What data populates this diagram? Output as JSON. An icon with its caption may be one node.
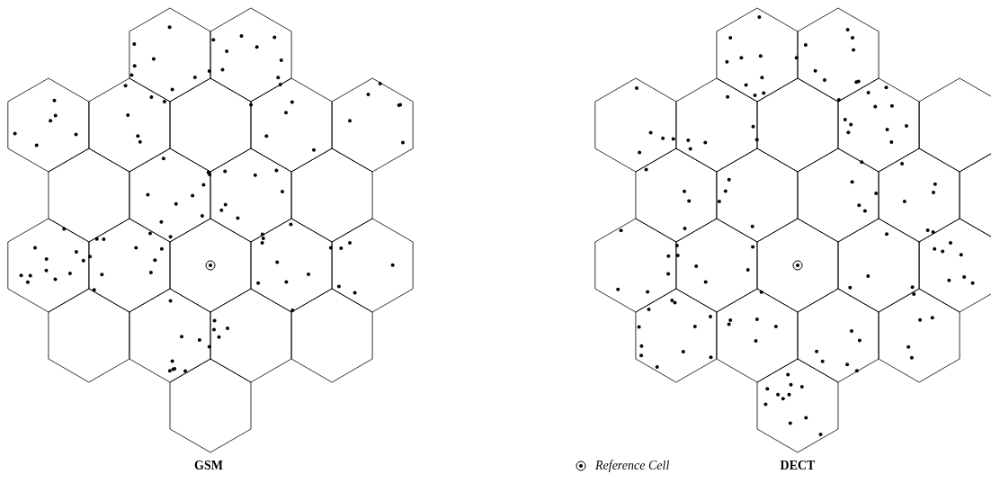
{
  "diagram": {
    "labels": [
      "GSM",
      "DECT"
    ],
    "legend": [
      {
        "text": "Reference Cell"
      }
    ]
  }
}
